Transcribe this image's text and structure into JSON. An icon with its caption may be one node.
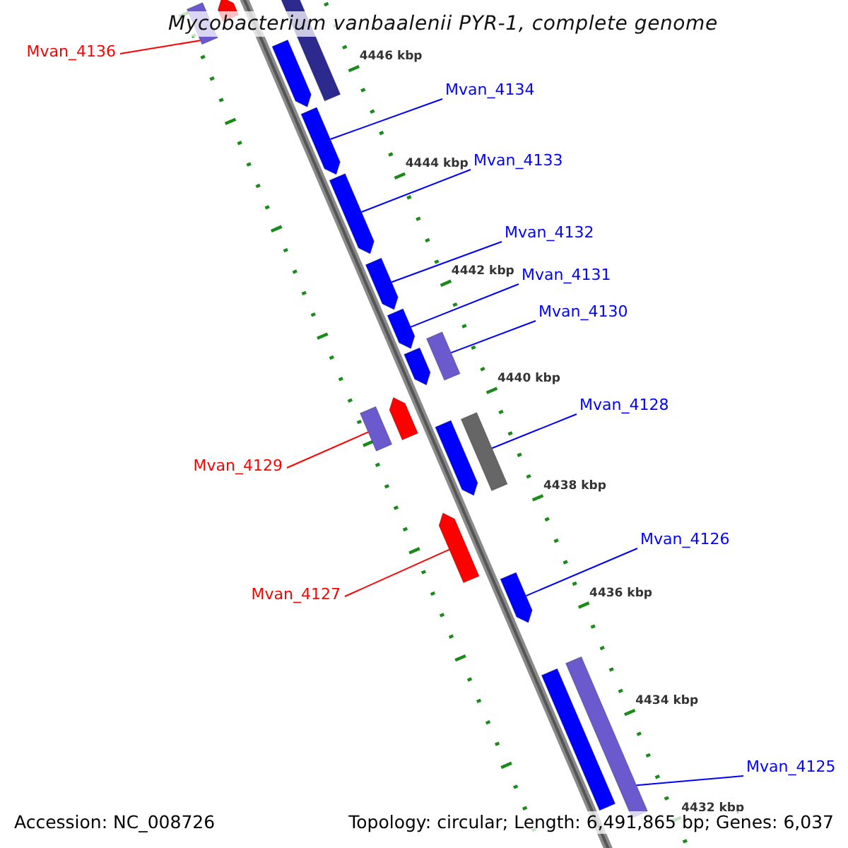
{
  "diagram": {
    "title": "Mycobacterium vanbaalenii PYR-1, complete genome",
    "nodes": [
      {
        "text": [
          "Mvan_4136"
        ]
      },
      {
        "text": [
          "Mvan_4134"
        ]
      },
      {
        "text": [
          "Mvan_4133"
        ]
      },
      {
        "text": [
          "Mvan_4132"
        ]
      },
      {
        "text": [
          "Mvan_4131"
        ]
      },
      {
        "text": [
          "Mvan_4130"
        ]
      },
      {
        "text": [
          "Mvan_4128"
        ]
      },
      {
        "text": [
          "Mvan_4129"
        ]
      },
      {
        "text": [
          "Mvan_4126"
        ]
      },
      {
        "text": [
          "Mvan_4127"
        ]
      },
      {
        "text": [
          "Mvan_4125"
        ]
      },
      {
        "text": [],
        "shape": "box"
      },
      {
        "text": [],
        "shape": "pentagon"
      },
      {
        "text": [],
        "shape": "pentagon"
      },
      {
        "text": [],
        "shape": "box"
      },
      {
        "text": [],
        "shape": "pentagon"
      },
      {
        "text": [],
        "shape": "pentagon"
      },
      {
        "text": [],
        "shape": "pentagon"
      },
      {
        "text": [],
        "shape": "pentagon"
      },
      {
        "text": [],
        "shape": "box"
      },
      {
        "text": [],
        "shape": "pentagon"
      },
      {
        "text": [],
        "shape": "pentagon"
      },
      {
        "text": [],
        "shape": "box"
      },
      {
        "text": [],
        "shape": "pentagon"
      },
      {
        "text": [],
        "shape": "box"
      },
      {
        "text": [],
        "shape": "pentagon"
      },
      {
        "text": [],
        "shape": "pentagon"
      },
      {
        "text": [],
        "shape": "box"
      },
      {
        "text": [],
        "shape": "box"
      }
    ],
    "edges": [
      {
        "from": 0,
        "to": 11,
        "arrow": "none",
        "color": "#ff0000"
      },
      {
        "from": 1,
        "to": 15,
        "arrow": "none"
      },
      {
        "from": 2,
        "to": 16,
        "arrow": "none"
      },
      {
        "from": 3,
        "to": 17,
        "arrow": "none"
      },
      {
        "from": 4,
        "to": 18,
        "arrow": "none"
      },
      {
        "from": 5,
        "to": 19,
        "arrow": "none"
      },
      {
        "from": 6,
        "to": 24,
        "arrow": "none"
      },
      {
        "from": 7,
        "to": 22,
        "arrow": "none",
        "color": "#ff0000"
      },
      {
        "from": 8,
        "to": 26,
        "arrow": "none"
      },
      {
        "from": 9,
        "to": 25,
        "arrow": "none",
        "color": "#ff0000"
      },
      {
        "from": 10,
        "to": 28,
        "arrow": "none"
      }
    ],
    "labels": [
      "4446 kbp",
      "4444 kbp",
      "4442 kbp",
      "4440 kbp",
      "4438 kbp",
      "4436 kbp",
      "4434 kbp",
      "4432 kbp",
      "Accession: NC_008726",
      "Topology: circular; Length: 6,491,865 bp; Genes: 6,037"
    ]
  }
}
